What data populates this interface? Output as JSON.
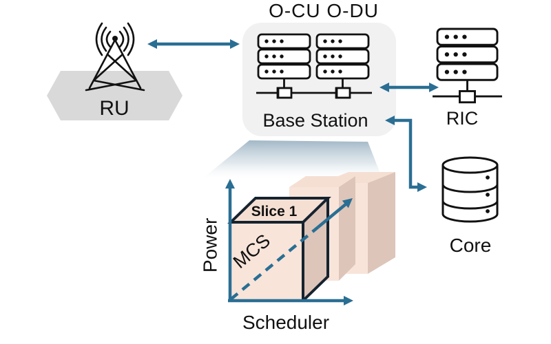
{
  "header": {
    "title": "O-CU O-DU"
  },
  "nodes": {
    "ru": {
      "label": "RU"
    },
    "base_station": {
      "label": "Base Station"
    },
    "ric": {
      "label": "RIC"
    },
    "core": {
      "label": "Core"
    }
  },
  "links": [
    {
      "from": "RU",
      "to": "Base Station",
      "style": "double-arrow"
    },
    {
      "from": "Base Station",
      "to": "RIC",
      "style": "double-arrow"
    },
    {
      "from": "Base Station",
      "to": "Core",
      "style": "double-elbow-arrow"
    }
  ],
  "slice_diagram": {
    "slice_label": "Slice 1",
    "y_axis_label": "Power",
    "x_axis_label": "Scheduler",
    "depth_axis_label": "MCS",
    "background_slices": 2
  },
  "icons": {
    "ru": "cell-tower-icon",
    "base_station": "server-rack-icon",
    "ric": "server-rack-icon",
    "core": "database-cylinder-icon"
  },
  "colors": {
    "arrow_teal": "#2a6e93",
    "hexagon_gray": "#d9d9d9",
    "station_box_gray": "#f1f1f2",
    "slice_front_peach": "#f8e4d9",
    "slice_side_tan": "#ddc5b9",
    "cube_stroke_dark": "#16232f",
    "beam_blue_gray": "#9db3c3",
    "icon_black": "#111111"
  }
}
